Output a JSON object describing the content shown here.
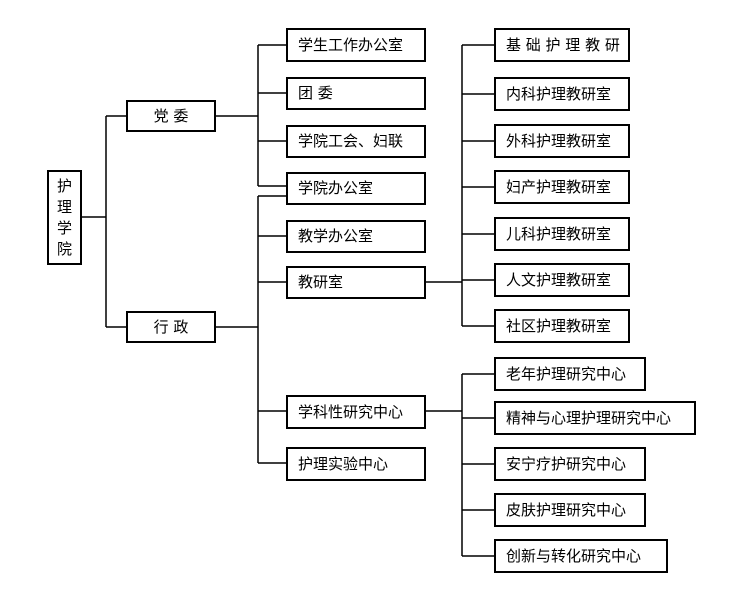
{
  "root": {
    "label": "护理学院"
  },
  "level1": {
    "party": "党 委",
    "admin": "行 政"
  },
  "party_units": [
    "学生工作办公室",
    "团 委",
    "学院工会、妇联",
    "学院办公室"
  ],
  "admin_units": [
    "教学办公室",
    "教研室",
    "学科性研究中心",
    "护理实验中心"
  ],
  "teaching_offices": [
    "基 础 护 理 教 研",
    "内科护理教研室",
    "外科护理教研室",
    "妇产护理教研室",
    "儿科护理教研室",
    "人文护理教研室",
    "社区护理教研室"
  ],
  "research_centers": [
    "老年护理研究中心",
    "精神与心理护理研究中心",
    "安宁疗护研究中心",
    "皮肤护理研究中心",
    "创新与转化研究中心"
  ]
}
